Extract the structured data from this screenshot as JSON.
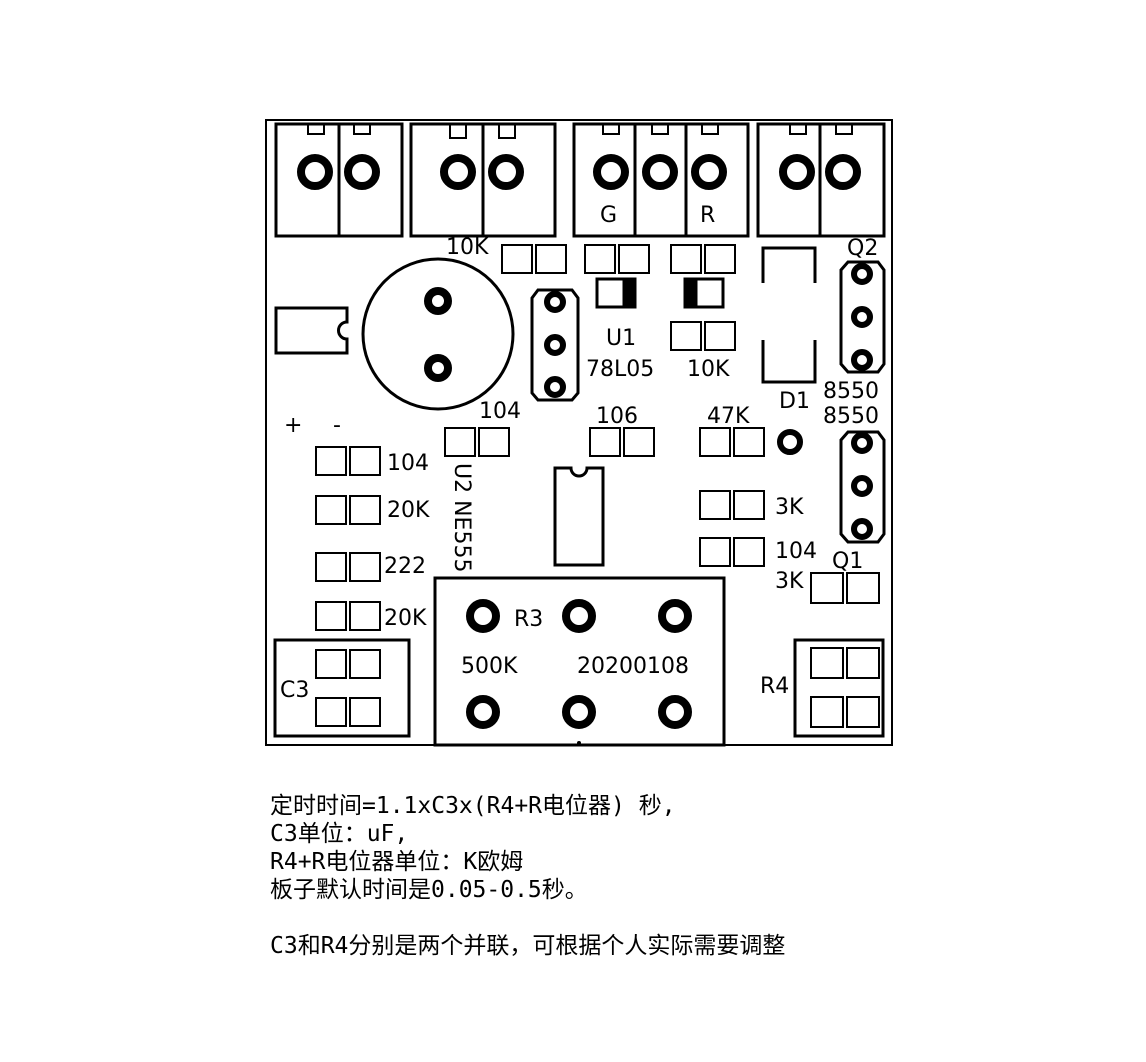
{
  "labels": {
    "g": "G",
    "r": "R",
    "r_10k_top": "10K",
    "q2": "Q2",
    "u1": "U1",
    "u1_part": "78L05",
    "r_10k_mid": "10K",
    "q2_part": "8550",
    "q1_part": "8550",
    "d1": "D1",
    "plus": "+",
    "minus": "-",
    "c_104_top": "104",
    "c_106": "106",
    "r_47k": "47K",
    "c_104_left": "104",
    "r_20k_a": "20K",
    "u2": "U2 NE555",
    "r_3k_a": "3K",
    "c_104_right": "104",
    "q1": "Q1",
    "r_3k_b": "3K",
    "c_222": "222",
    "r_20k_b": "20K",
    "r3": "R3",
    "r3_value": "500K",
    "date_code": "20200108",
    "c3": "C3",
    "r4": "R4"
  },
  "notes": {
    "line1": "定时时间=1.1xC3x(R4+R电位器) 秒,",
    "line2": "C3单位：uF,",
    "line3": "R4+R电位器单位：K欧姆",
    "line4": "板子默认时间是0.05-0.5秒。",
    "line5": "C3和R4分别是两个并联，可根据个人实际需要调整"
  }
}
